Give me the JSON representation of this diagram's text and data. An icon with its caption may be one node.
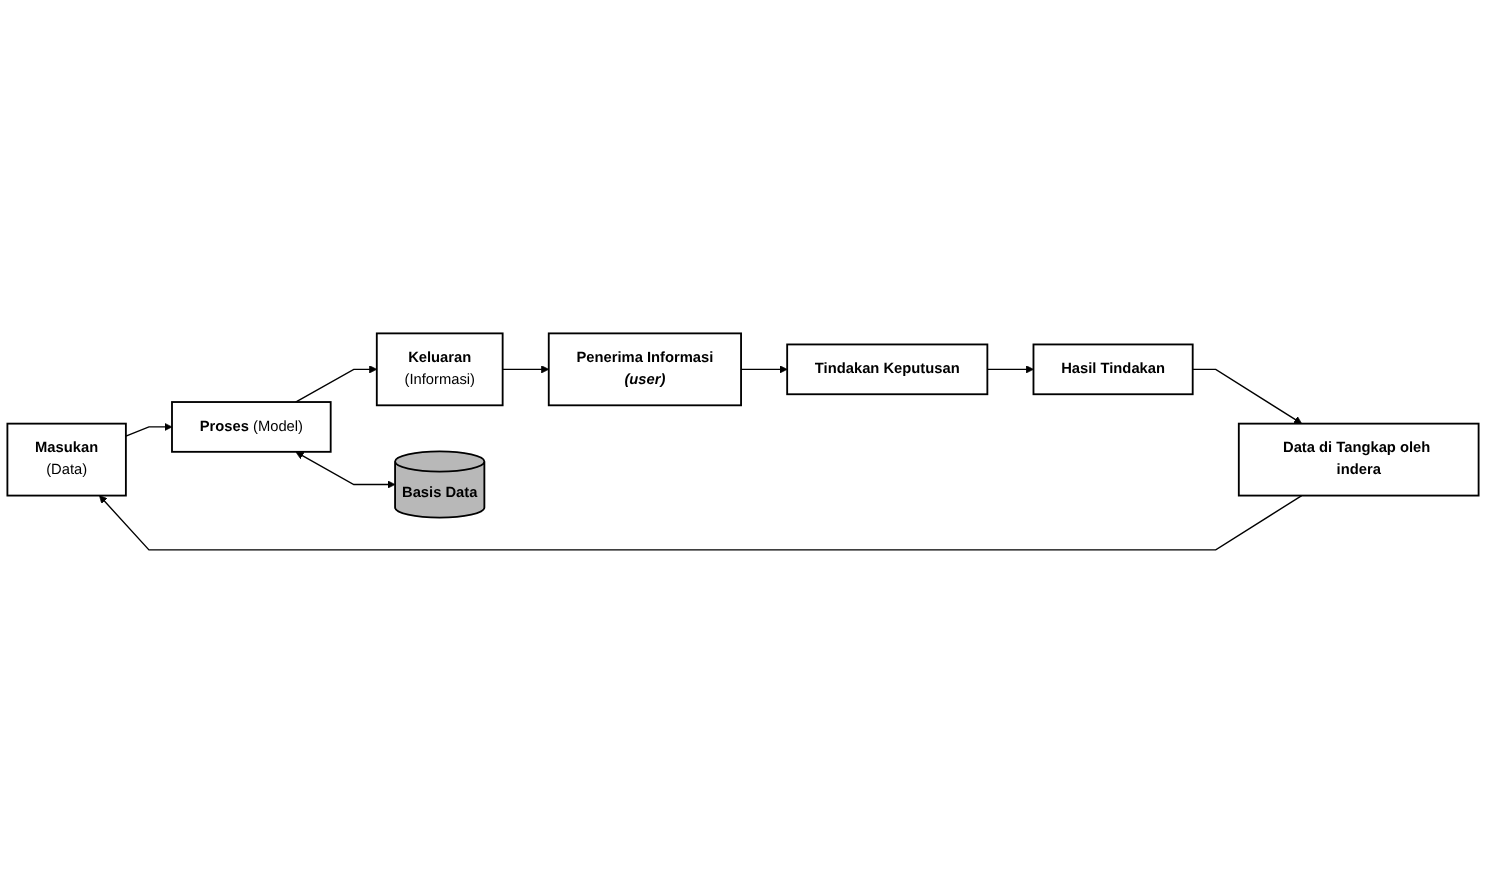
{
  "diagram": {
    "nodes": [
      {
        "text": [
          "Masukan",
          "(Data)"
        ]
      },
      {
        "text": [
          "Proses",
          "(Model)"
        ]
      },
      {
        "text": [
          "Keluaran",
          "(Informasi)"
        ]
      },
      {
        "text": [
          "Basis Data"
        ]
      },
      {
        "text": [
          "Data di Tangkap oleh indera"
        ]
      },
      {
        "text": [
          "Penerima Informasi",
          "(user)"
        ]
      },
      {
        "text": [
          "Tindakan Keputusan"
        ]
      },
      {
        "text": [
          "Hasil Tindakan"
        ]
      }
    ],
    "edges": [
      {
        "from": 0,
        "to": 1,
        "arrow": "to"
      },
      {
        "from": 1,
        "to": 2,
        "arrow": "to"
      },
      {
        "from": 1,
        "to": 3,
        "arrow": "both"
      },
      {
        "from": 2,
        "to": 5,
        "arrow": "to"
      },
      {
        "from": 5,
        "to": 6,
        "arrow": "to"
      },
      {
        "from": 6,
        "to": 7,
        "arrow": "to"
      },
      {
        "from": 7,
        "to": 4,
        "arrow": "to"
      },
      {
        "from": 4,
        "to": 0,
        "arrow": "to"
      }
    ]
  }
}
